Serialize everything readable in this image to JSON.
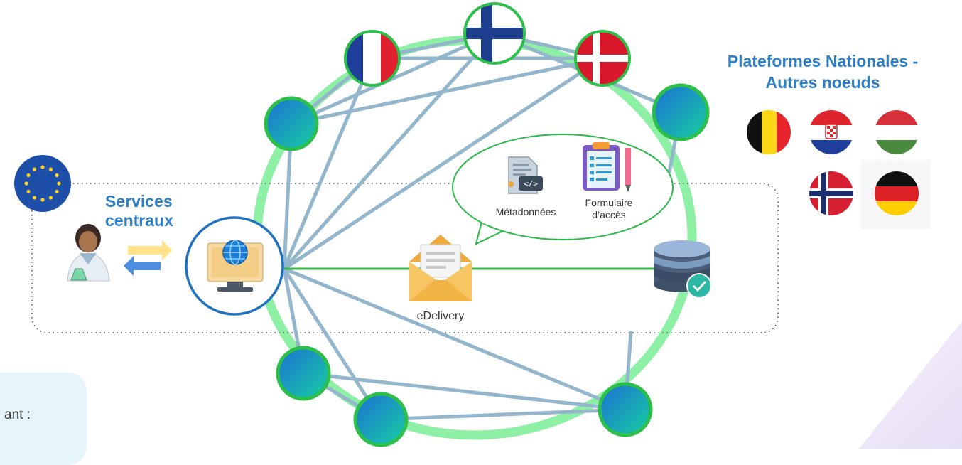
{
  "services": {
    "title_line1": "Services",
    "title_line2": "centraux"
  },
  "nodes": {
    "title_line1": "Plateformes Nationales -",
    "title_line2": "Autres noeuds",
    "country_flags": [
      "france",
      "finland",
      "denmark",
      "belgium",
      "croatia",
      "hungary",
      "norway",
      "germany",
      "european-union"
    ]
  },
  "bubble": {
    "metadata_label": "Métadonnées",
    "form_label_line1": "Formulaire",
    "form_label_line2": "d’accès"
  },
  "edelivery": {
    "label": "eDelivery"
  },
  "note": {
    "partial_text": "ant :"
  },
  "colors": {
    "ring": "#8ef0a4",
    "link": "#93b6cc",
    "heading": "#2f7fc7",
    "edelivery_line": "#39b54a",
    "node_fill_top": "#1a78d8",
    "node_fill_bottom": "#16c8a4",
    "node_border": "#2cc04a"
  },
  "icons": [
    "researcher-icon",
    "exchange-arrows-icon",
    "web-portal-icon",
    "metadata-file-icon",
    "access-form-icon",
    "envelope-icon",
    "database-check-icon"
  ]
}
